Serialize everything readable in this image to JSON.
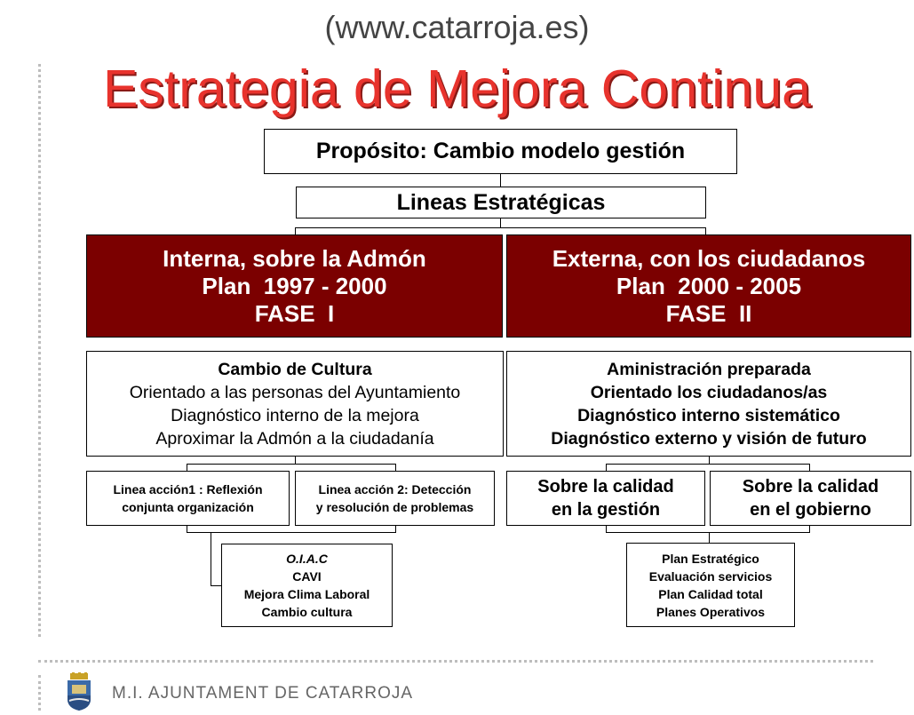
{
  "header": {
    "url": "(www.catarroja.es)",
    "title": "Estrategia de Mejora Continua"
  },
  "diagram": {
    "purpose": "Propósito: Cambio modelo gestión",
    "strategic_lines": "Lineas Estratégicas",
    "internal": {
      "line1": "Interna, sobre la Admón",
      "line2": "Plan  1997 - 2000",
      "line3": "FASE  I",
      "details": [
        "Cambio de Cultura",
        "Orientado a las personas del Ayuntamiento",
        "Diagnóstico interno de la mejora",
        "Aproximar la Admón a la ciudadanía"
      ],
      "action1": [
        "Linea acción1 : Reflexión",
        "conjunta organización"
      ],
      "action2": [
        "Linea acción 2: Detección",
        "y resolución de problemas"
      ],
      "outputs": [
        "O.I.A.C",
        "CAVI",
        "Mejora Clima Laboral",
        "Cambio cultura"
      ]
    },
    "external": {
      "line1": "Externa, con los ciudadanos",
      "line2": "Plan  2000 - 2005",
      "line3": "FASE  II",
      "details": [
        "Aministración preparada",
        "Orientado los ciudadanos/as",
        "Diagnóstico interno sistemático",
        "Diagnóstico externo y visión de futuro"
      ],
      "quality_mgmt": [
        "Sobre la calidad",
        "en la gestión"
      ],
      "quality_gov": [
        "Sobre la calidad",
        "en el gobierno"
      ],
      "outputs": [
        "Plan Estratégico",
        "Evaluación servicios",
        "Plan Calidad total",
        "Planes Operativos"
      ]
    }
  },
  "footer": {
    "org": "M.I. AJUNTAMENT DE CATARROJA",
    "logo": "crest-logo"
  },
  "colors": {
    "title": "#e8332d",
    "phase_box": "#7b0000"
  }
}
